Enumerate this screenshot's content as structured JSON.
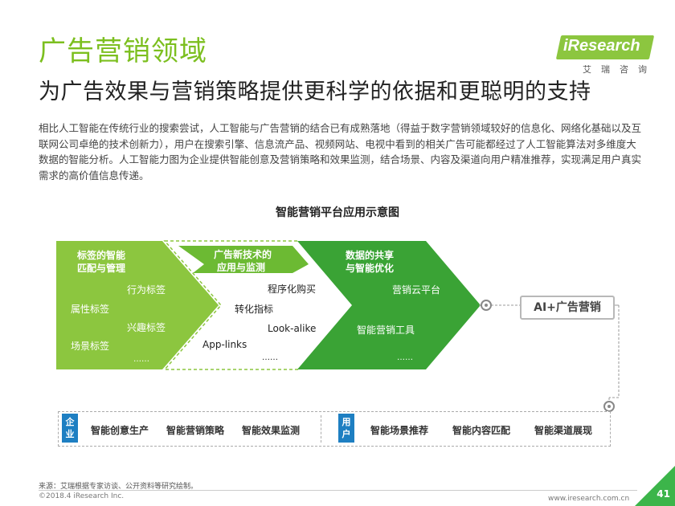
{
  "title": "广告营销领域",
  "subtitle": "为广告效果与营销策略提供更科学的依据和更聪明的支持",
  "logo": {
    "brand": "iResearch",
    "sub": "艾瑞咨询"
  },
  "paragraph": "相比人工智能在传统行业的搜索尝试，人工智能与广告营销的结合已有成熟落地（得益于数字营销领域较好的信息化、网络化基础以及互联网公司卓绝的技术创新力），用户在搜索引擎、信息流产品、视频网站、电视中看到的相关广告可能都经过了人工智能算法对多维度大数据的智能分析。人工智能力图为企业提供智能创意及营销策略和效果监测，结合场景、内容及渠道向用户精准推荐，实现满足用户真实需求的高价值信息传递。",
  "diagram": {
    "title": "智能营销平台应用示意图",
    "stage1": {
      "heading_line1": "标签的智能",
      "heading_line2": "匹配与管理",
      "items": [
        "行为标签",
        "属性标签",
        "兴趣标签",
        "场景标签",
        "……"
      ]
    },
    "stage2": {
      "heading_line1": "广告新技术的",
      "heading_line2": "应用与监测",
      "items": [
        "程序化购买",
        "转化指标",
        "Look-alike",
        "App-links",
        "……"
      ]
    },
    "stage3": {
      "heading_line1": "数据的共享",
      "heading_line2": "与智能优化",
      "items": [
        "营销云平台",
        "智能营销工具",
        "……"
      ]
    },
    "result": "AI+广告营销",
    "bottom": {
      "enterprise_tag": "企业",
      "enterprise_items": [
        "智能创意生产",
        "智能营销策略",
        "智能效果监测"
      ],
      "user_tag": "用户",
      "user_items": [
        "智能场景推荐",
        "智能内容匹配",
        "智能渠道展现"
      ]
    }
  },
  "footer": {
    "source": "来源：艾瑞根据专家访谈、公开资料等研究绘制。",
    "copyright": "©2018.4 iResearch Inc.",
    "url": "www.iresearch.com.cn",
    "page": "41"
  },
  "colors": {
    "green_light": "#8cc63f",
    "green_mid": "#62b32e",
    "green_dark": "#3aa335",
    "blue_tag": "#1e7fc2"
  }
}
